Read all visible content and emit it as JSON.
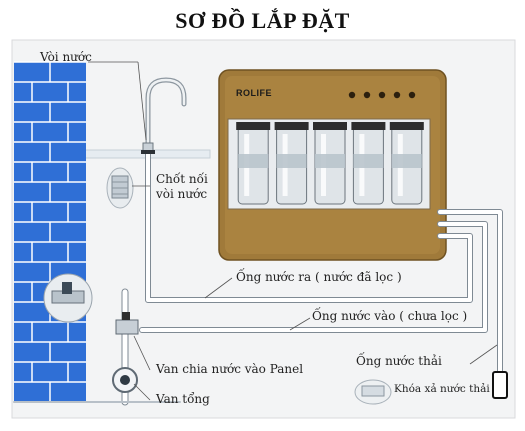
{
  "title": "SƠ ĐỒ LẮP ĐẶT",
  "brand": "ROLIFE",
  "filter_count": 5,
  "labels": {
    "faucet": "Vòi nước",
    "faucet_connector_line1": "Chốt nối",
    "faucet_connector_line2": "vòi nước",
    "outlet_pipe": "Ống nước ra ( nước đã lọc )",
    "inlet_pipe": "Ống nước vào ( chưa lọc )",
    "waste_pipe": "Ống nước thải",
    "drain_valve": "Khóa xả nước thải",
    "panel_valve": "Van chia nước vào Panel",
    "main_valve": "Van tổng"
  },
  "colors": {
    "wall_tile": "#2f6fd6",
    "wall_grout": "#ffffff",
    "cabinet": "#a07a3a",
    "pipe": "#ffffff",
    "pipe_outline": "#7f8a94",
    "leader_line": "#555555",
    "background_panel": "#f2f2f2"
  },
  "icons": [
    "faucet-icon",
    "fitting-icon",
    "valve-icon",
    "filter-cartridge-icon",
    "drain-saddle-icon"
  ]
}
